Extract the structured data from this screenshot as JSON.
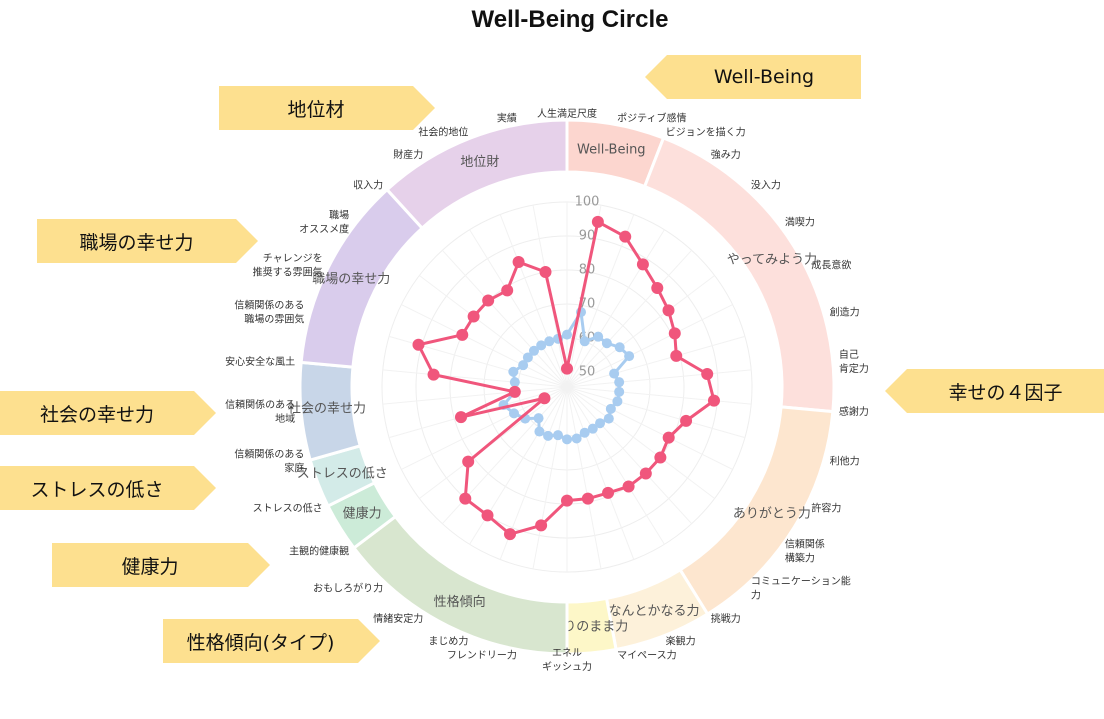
{
  "chart_data": {
    "type": "radar",
    "title": "Well-Being Circle",
    "r_ticks": [
      "50",
      "60",
      "70",
      "80",
      "90",
      "100"
    ],
    "r_range": [
      50,
      100
    ],
    "axes": [
      "人生満足尺度",
      "ポジティブ感情",
      "ビジョンを描く力",
      "強み力",
      "没入力",
      "満喫力",
      "成長意欲",
      "創造力",
      "自己肯定力",
      "感謝力",
      "利他力",
      "許容力",
      "信頼関係構築力",
      "コミュニケーション能力",
      "挑戦力",
      "楽観力",
      "マイペース力",
      "エネルギッシュ力",
      "フレンドリー力",
      "まじめ力",
      "情緒安定力",
      "おもしろがり力",
      "主観的健康観",
      "ストレスの低さ",
      "信頼関係のある家庭",
      "信頼関係のある地域",
      "安心安全な風土",
      "信頼関係のある職場の雰囲気",
      "チャレンジを推奨する雰囲気",
      "職場オススメ度",
      "収入力",
      "財産力",
      "社会的地位",
      "実績"
    ],
    "axis_labels": [
      {
        "lines": [
          "人生満足尺度"
        ]
      },
      {
        "lines": [
          "ポジティブ感情"
        ]
      },
      {
        "lines": [
          "ビジョンを描く力"
        ]
      },
      {
        "lines": [
          "強み力"
        ]
      },
      {
        "lines": [
          "没入力"
        ]
      },
      {
        "lines": [
          "満喫力"
        ]
      },
      {
        "lines": [
          "成長意欲"
        ]
      },
      {
        "lines": [
          "創造力"
        ]
      },
      {
        "lines": [
          "自己",
          "肯定力"
        ]
      },
      {
        "lines": [
          "感謝力"
        ]
      },
      {
        "lines": [
          "利他力"
        ]
      },
      {
        "lines": [
          "許容力"
        ]
      },
      {
        "lines": [
          "信頼関係",
          "構築力"
        ]
      },
      {
        "lines": [
          "コミュニケーション能",
          "力"
        ]
      },
      {
        "lines": [
          "挑戦力"
        ]
      },
      {
        "lines": [
          "楽観力"
        ]
      },
      {
        "lines": [
          "マイペース力"
        ]
      },
      {
        "lines": [
          "エネル",
          "ギッシュ力"
        ]
      },
      {
        "lines": [
          "フレンドリー力"
        ]
      },
      {
        "lines": [
          "まじめ力"
        ]
      },
      {
        "lines": [
          "情緒安定力"
        ]
      },
      {
        "lines": [
          "おもしろがり力"
        ]
      },
      {
        "lines": [
          "主観的健康観"
        ]
      },
      {
        "lines": [
          "ストレスの低さ"
        ]
      },
      {
        "lines": [
          "信頼関係のある",
          "家庭"
        ]
      },
      {
        "lines": [
          "信頼関係のある",
          "地域"
        ]
      },
      {
        "lines": [
          "安心安全な風土"
        ]
      },
      {
        "lines": [
          "信頼関係のある",
          "職場の雰囲気"
        ]
      },
      {
        "lines": [
          "チャレンジを",
          "推奨する雰囲気"
        ]
      },
      {
        "lines": [
          "職場",
          "オススメ度"
        ]
      },
      {
        "lines": [
          "収入力"
        ]
      },
      {
        "lines": [
          "財産力"
        ]
      },
      {
        "lines": [
          "社会的地位"
        ]
      },
      {
        "lines": [
          "実績"
        ]
      }
    ],
    "series": [
      {
        "values": [
          51,
          95,
          93,
          88,
          85,
          83,
          81,
          79,
          87,
          89,
          82,
          79,
          80,
          80,
          80,
          79,
          79,
          79,
          87,
          92,
          90,
          90,
          82,
          53,
          78,
          61,
          85,
          91,
          80,
          80,
          80,
          79,
          85,
          80
        ],
        "color": "#f0567c"
      },
      {
        "values": [
          61,
          68,
          60,
          63,
          63,
          65,
          66,
          60,
          61,
          61,
          61,
          60,
          61,
          60,
          60,
          60,
          61,
          61,
          60,
          61,
          61,
          58,
          61,
          63,
          65,
          61,
          61,
          62,
          60,
          60,
          60,
          60,
          60,
          60
        ],
        "color": "#a8ccf0"
      }
    ],
    "categories": [
      {
        "name": "Well-Being",
        "from": 0,
        "to": 2,
        "color": "#fcd6cf"
      },
      {
        "name": "やってみよう力",
        "from": 2,
        "to": 9,
        "color": "#fde0dc"
      },
      {
        "name": "ありがとう力",
        "from": 9,
        "to": 14,
        "color": "#fde6cf"
      },
      {
        "name": "なんとかなる力",
        "from": 14,
        "to": 16,
        "color": "#fdf1da"
      },
      {
        "name": "ありのまま力",
        "from": 16,
        "to": 17,
        "color": "#fdf7c8"
      },
      {
        "name": "性格傾向",
        "from": 17,
        "to": 22,
        "color": "#d8e6cf"
      },
      {
        "name": "健康力",
        "from": 22,
        "to": 23,
        "color": "#ccebd8"
      },
      {
        "name": "ストレスの低さ",
        "from": 23,
        "to": 24,
        "color": "#d3ebe8"
      },
      {
        "name": "社会の幸せ力",
        "from": 24,
        "to": 26,
        "color": "#c8d6e8"
      },
      {
        "name": "職場の幸せ力",
        "from": 26,
        "to": 30,
        "color": "#d9ccec"
      },
      {
        "name": "地位財",
        "from": 30,
        "to": 34,
        "color": "#e6d1ea"
      }
    ]
  },
  "callouts": [
    {
      "label": "Well-Being",
      "direction": "left"
    },
    {
      "label": "幸せの４因子",
      "direction": "left"
    },
    {
      "label": "地位材",
      "direction": "right"
    },
    {
      "label": "職場の幸せ力",
      "direction": "right"
    },
    {
      "label": "社会の幸せ力",
      "direction": "right"
    },
    {
      "label": "ストレスの低さ",
      "direction": "right"
    },
    {
      "label": "健康力",
      "direction": "right"
    },
    {
      "label": "性格傾向(タイプ)",
      "direction": "right"
    }
  ]
}
